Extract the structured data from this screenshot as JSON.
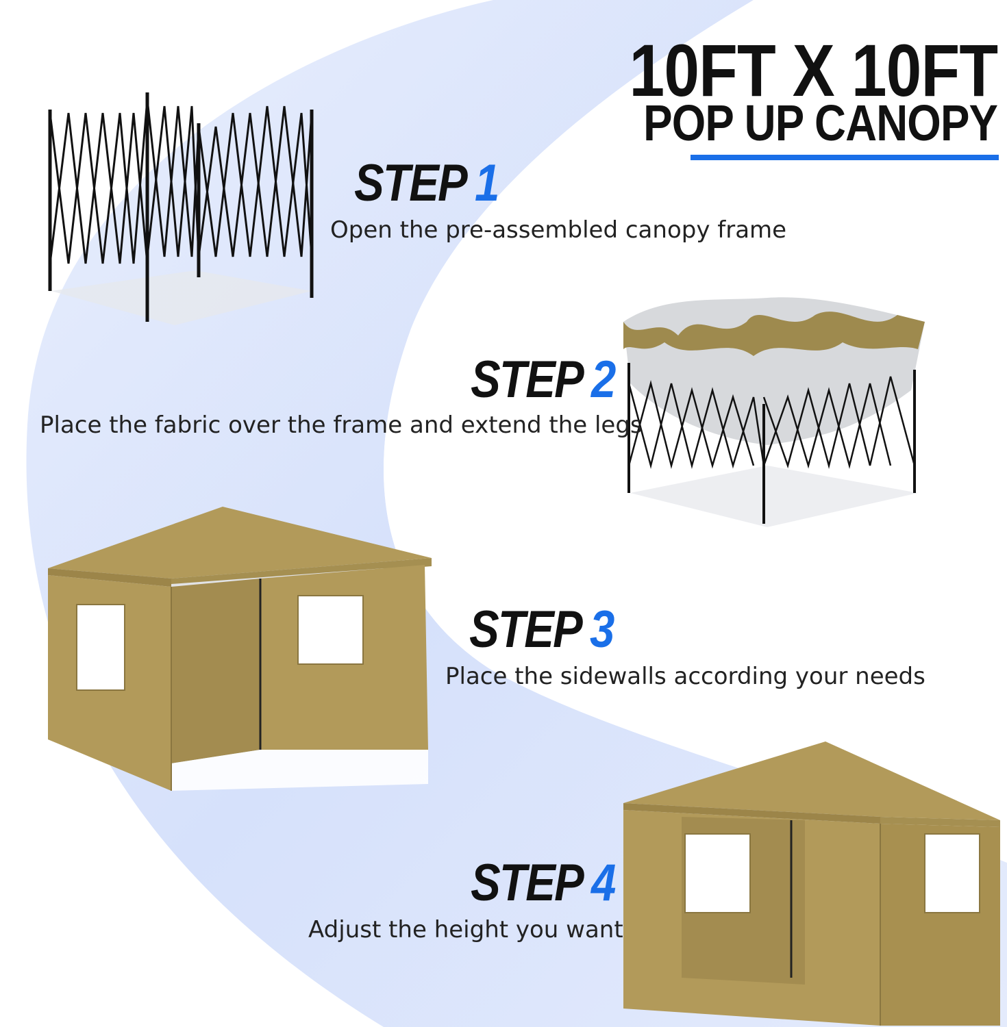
{
  "header": {
    "title_line1": "10FT X 10FT",
    "title_line2": "POP UP CANOPY"
  },
  "steps": [
    {
      "word": "STEP",
      "number": "1",
      "description": "Open the pre-assembled canopy frame"
    },
    {
      "word": "STEP",
      "number": "2",
      "description": "Place the fabric over the frame and extend the legs"
    },
    {
      "word": "STEP",
      "number": "3",
      "description": "Place the sidewalls according your needs"
    },
    {
      "word": "STEP",
      "number": "4",
      "description": "Adjust the height you want"
    }
  ],
  "colors": {
    "accent_blue": "#1a6fe8",
    "canopy_khaki": "#b29a5a",
    "background_swoosh": "#dde6fb",
    "frame_black": "#111111"
  },
  "images": [
    {
      "name": "open-frame-image",
      "depicts": "folded black steel canopy frame"
    },
    {
      "name": "fabric-over-frame-image",
      "depicts": "khaki fabric draped over frame"
    },
    {
      "name": "sidewalls-canopy-image",
      "depicts": "khaki canopy with two sidewalls and windows"
    },
    {
      "name": "finished-canopy-image",
      "depicts": "khaki canopy fully enclosed with door and windows"
    }
  ]
}
